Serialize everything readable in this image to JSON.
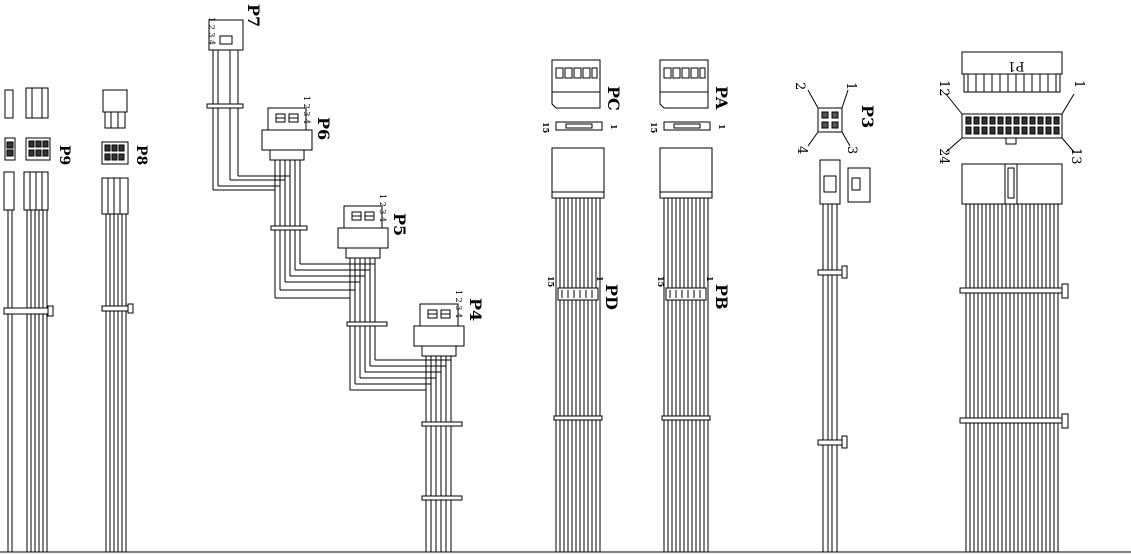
{
  "diagram": {
    "labels": {
      "p1": "P1",
      "p3": "P3",
      "p4": "P4",
      "p5": "P5",
      "p6": "P6",
      "p7": "P7",
      "p8": "P8",
      "p9": "P9",
      "pa": "PA",
      "pb": "PB",
      "pc": "PC",
      "pd": "PD"
    },
    "pins": {
      "one": "1",
      "two": "2",
      "three": "3",
      "four": "4",
      "twelve": "12",
      "thirteen": "13",
      "fifteen": "15",
      "twentyfour": "24",
      "p7_numbers": "1 2 3 4",
      "p6_numbers": "1 2 3 4",
      "p5_numbers": "1 2 3 4",
      "p4_numbers": "1 2 3 4"
    }
  }
}
